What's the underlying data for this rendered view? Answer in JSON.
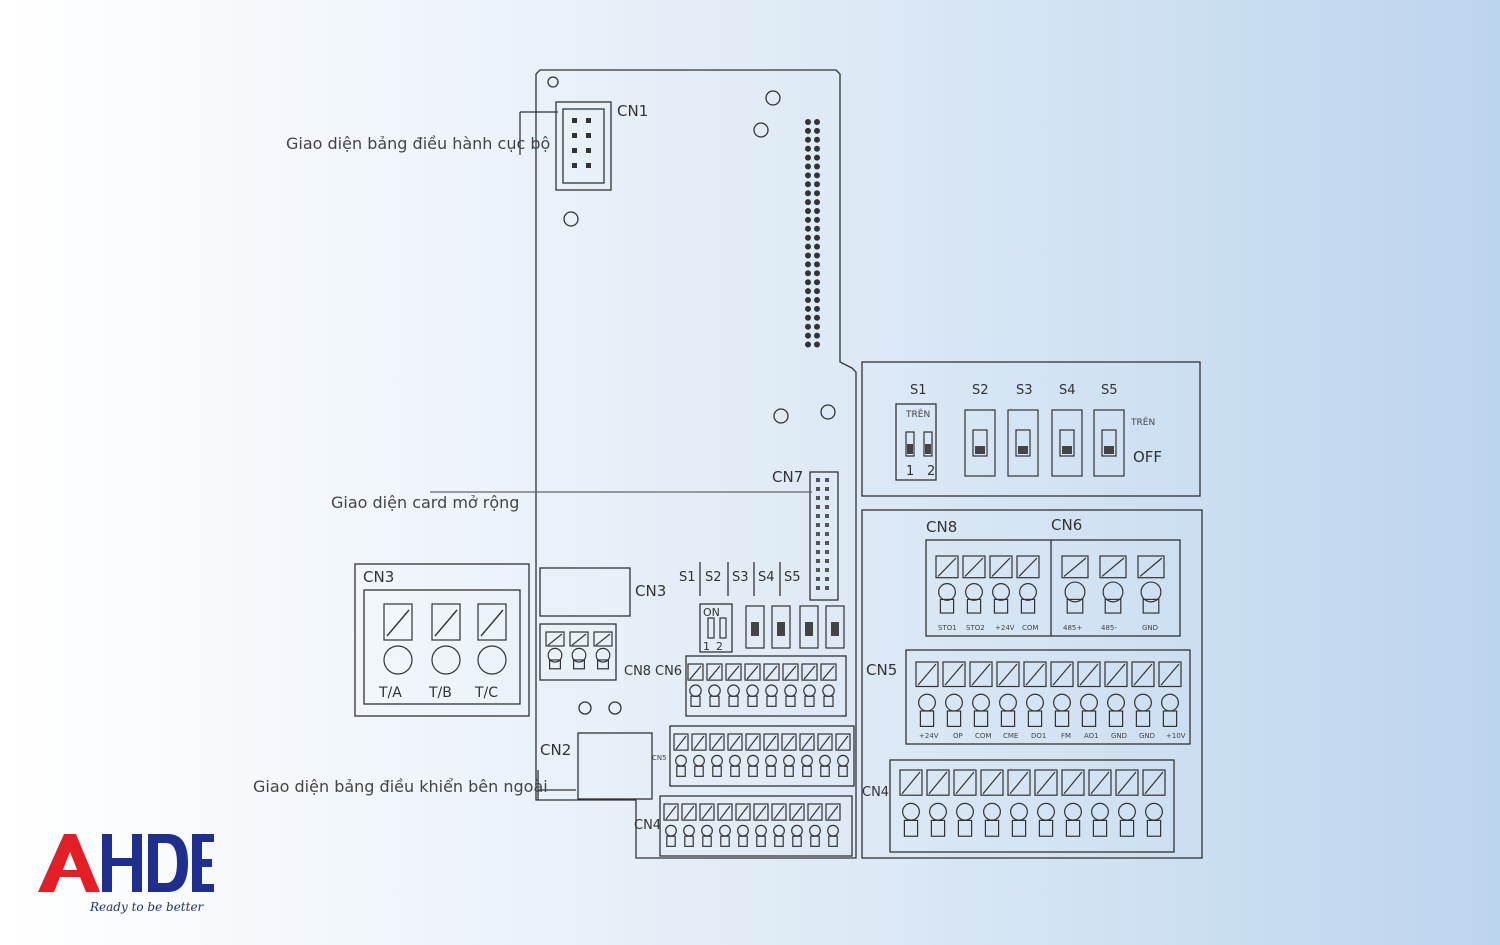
{
  "annotations": {
    "cn1_desc": "Giao diện bảng điều hành cục bộ",
    "cn7_desc": "Giao diện card mở rộng",
    "cn2_desc": "Giao diện bảng điều khiển bên ngoài"
  },
  "connectors": {
    "cn1": "CN1",
    "cn7": "CN7",
    "cn2": "CN2",
    "cn3": "CN3",
    "cn3_box": "CN3",
    "cn8": "CN8",
    "cn6": "CN6",
    "cn5": "CN5",
    "cn4": "CN4",
    "cn8_board": "CN8",
    "cn6_board": "CN6",
    "cn5_board": "CN5",
    "cn4_board": "CN4"
  },
  "switches": {
    "labels": [
      "S1",
      "S2",
      "S3",
      "S4",
      "S5"
    ],
    "board_labels": [
      "S1",
      "S2",
      "S3",
      "S4",
      "S5"
    ],
    "tren": "TRÊN",
    "tren2": "TRÊN",
    "off": "OFF",
    "on": "ON",
    "num1": "1",
    "num2": "2",
    "bnum1": "1",
    "bnum2": "2"
  },
  "cn3_terminals": [
    "T/A",
    "T/B",
    "T/C"
  ],
  "cn8_cn6_terminals": [
    "STO1",
    "STO2",
    "+24V",
    "COM",
    "485+",
    "485-",
    "GND"
  ],
  "cn5_terminals": [
    "+24V",
    "OP",
    "COM",
    "CME",
    "DO1",
    "FM",
    "AO1",
    "GND",
    "GND",
    "+10V"
  ],
  "logo": {
    "text": "AHDE",
    "tagline": "Ready to be better",
    "colors": {
      "red": "#e31e24",
      "blue": "#1f2f8f"
    }
  }
}
